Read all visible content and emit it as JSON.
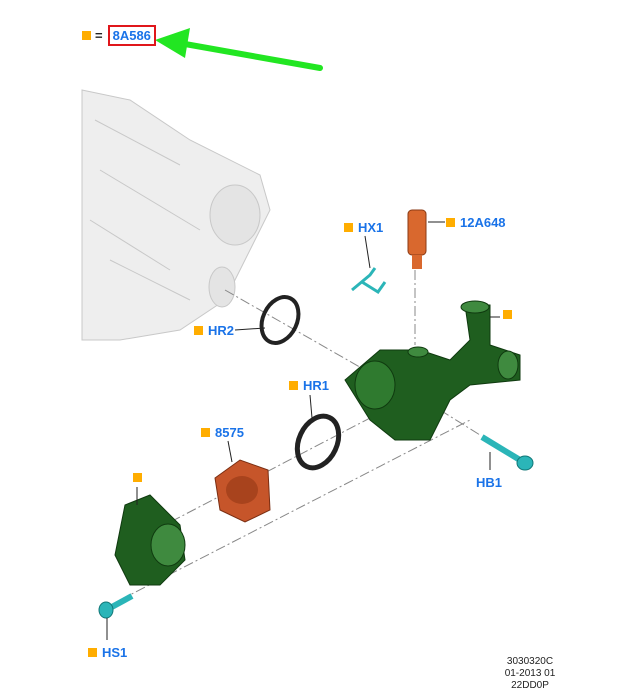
{
  "header": {
    "legend_equals": "=",
    "highlighted_part": "8A586"
  },
  "callouts": [
    {
      "id": "hx1",
      "label": "HX1"
    },
    {
      "id": "12a648",
      "label": "12A648"
    },
    {
      "id": "hr2",
      "label": "HR2"
    },
    {
      "id": "hr1",
      "label": "HR1"
    },
    {
      "id": "8575",
      "label": "8575"
    },
    {
      "id": "hb1",
      "label": "HB1"
    },
    {
      "id": "hs1",
      "label": "HS1"
    }
  ],
  "footer": {
    "line1": "3030320C",
    "line2": "01-2013 01",
    "line3": "22DD0P"
  },
  "colors": {
    "label": "#1a73e8",
    "marker": "#ffad00",
    "highlight_box": "#e0161b",
    "arrow": "#22e622",
    "housing": "#1f5e1f",
    "thermostat": "#c6552a",
    "bolt": "#2bb5b8"
  }
}
